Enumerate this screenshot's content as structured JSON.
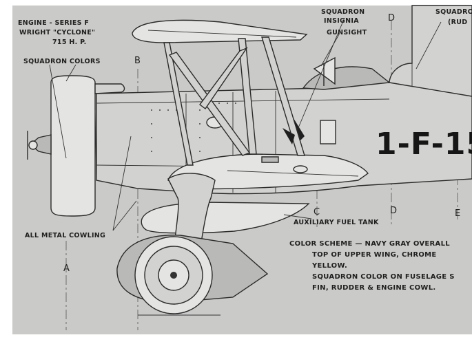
{
  "labels": {
    "engine_line1": "ENGINE - SERIES F",
    "engine_line2": "WRIGHT \"CYCLONE\"",
    "engine_line3": "715 H. P.",
    "squadron_colors": "SQUADRON COLORS",
    "all_metal_cowling": "ALL METAL COWLING",
    "squadron_insignia_line1": "SQUADRON",
    "squadron_insignia_line2": "INSIGNIA",
    "gunsight": "GUNSIGHT",
    "squadron_rudder_line1": "SQUADRO",
    "squadron_rudder_line2": "(RUD",
    "auxiliary_fuel_tank": "AUXILIARY FUEL TANK",
    "registration": "1-F-15"
  },
  "color_scheme": {
    "line1": "COLOR SCHEME — NAVY GRAY OVERALL",
    "line2": "TOP OF UPPER WING, CHROME",
    "line3": "YELLOW.",
    "line4": "SQUADRON COLOR ON FUSELAGE S",
    "line5": "FIN, RUDDER & ENGINE COWL."
  },
  "station_letters": {
    "a": "A",
    "b": "B",
    "c": "C",
    "d": "D",
    "e": "E"
  },
  "colors": {
    "paper": "#f2f2f0",
    "panel": "#cfcfcd",
    "ink": "#1f1f1f"
  }
}
